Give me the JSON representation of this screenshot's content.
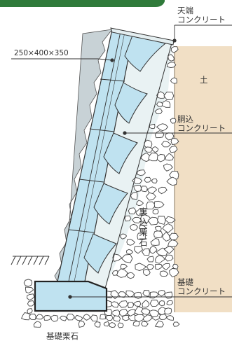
{
  "labels": {
    "top_concrete_line1": "天端",
    "top_concrete_line2": "コンクリート",
    "block_size": "250×400×350",
    "soil": "土",
    "filling_concrete_line1": "胴込",
    "filling_concrete_line2": "コンクリート",
    "backfill_gravel": "裏込栗石",
    "base_concrete_line1": "基礎",
    "base_concrete_line2": "コンクリート",
    "base_gravel": "基礎栗石"
  },
  "colors": {
    "block_fill": "#bfe2f0",
    "block_face": "#a9d6ea",
    "concrete_fill": "#e4eef0",
    "soil_fill": "#f1dfc5",
    "stone_fill": "#ffffff",
    "outline": "#3a3a3a",
    "banner": "#2f7a3a"
  }
}
